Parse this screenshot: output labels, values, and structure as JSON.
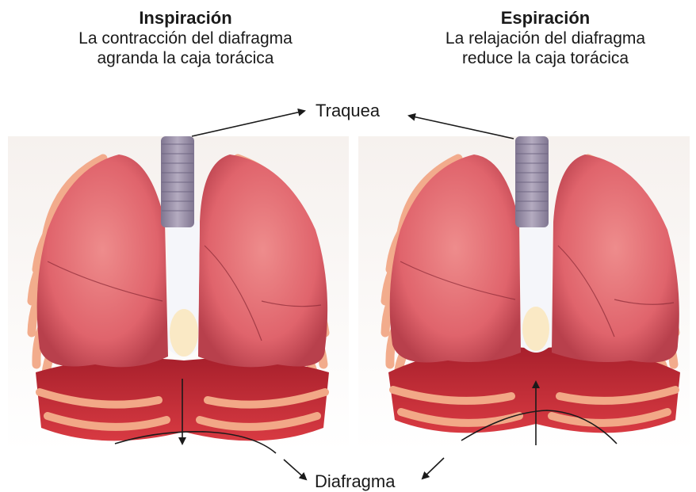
{
  "inspiration": {
    "title": "Inspiración",
    "line1": "La contracción del diafragma",
    "line2": "agranda la caja torácica"
  },
  "expiration": {
    "title": "Espiración",
    "line1": "La relajación del diafragma",
    "line2": "reduce la caja torácica"
  },
  "labels": {
    "trachea": "Traquea",
    "diaphragm": "Diafragma"
  },
  "colors": {
    "lung": "#e0646c",
    "lung_dark": "#b8404c",
    "rib": "#f2a887",
    "diaphragm_muscle": "#c7303a",
    "trachea": "#9a8fa6",
    "mediastinum": "#f5f6fa"
  }
}
